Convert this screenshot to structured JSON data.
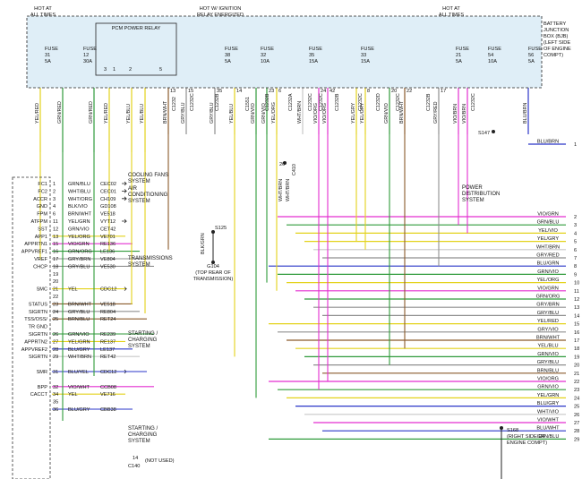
{
  "header": {
    "hot_left": [
      "HOT AT",
      "ALL TIMES"
    ],
    "hot_mid": [
      "HOT W/ IGNITION",
      "RELAY ENERGIZED"
    ],
    "hot_right": [
      "HOT AT",
      "ALL TIMES"
    ],
    "bjb": [
      "BATTERY",
      "JUNCTION",
      "BOX (BJB)",
      "(LEFT SIDE",
      "OF ENGINE",
      "COMPT)"
    ],
    "relay": "PCM POWER RELAY",
    "relay_pins": [
      "3",
      "1",
      "2",
      "5"
    ]
  },
  "fuses": [
    {
      "lines": [
        "FUSE",
        "31",
        "5A"
      ]
    },
    {
      "lines": [
        "FUSE",
        "12",
        "30A"
      ]
    },
    {
      "lines": [
        "FUSE",
        "38",
        "5A"
      ]
    },
    {
      "lines": [
        "FUSE",
        "32",
        "10A"
      ]
    },
    {
      "lines": [
        "FUSE",
        "35",
        "15A"
      ]
    },
    {
      "lines": [
        "FUSE",
        "33",
        "15A"
      ]
    },
    {
      "lines": [
        "FUSE",
        "21",
        "5A"
      ]
    },
    {
      "lines": [
        "FUSE",
        "54",
        "10A"
      ]
    },
    {
      "lines": [
        "FUSE",
        "56",
        "5A"
      ]
    }
  ],
  "top_wires": [
    "YEL/RED",
    "GRN/RED",
    "GRN/RED",
    "YEL/RED",
    "YEL/BLU",
    "YEL/BLU",
    "BRN/WHT",
    "GRY/BLU",
    "GRY/BLU",
    "YEL/BLU",
    "GRN/VIO",
    "GRN/VIO",
    "YEL/ORG",
    "WHT/BRN",
    "VIO/ORG",
    "VIO/ORG",
    "YEL/GRY",
    "YEL/GRY",
    "GRN/VIO",
    "BRN/WHT",
    "GRY/RED",
    "VIO/BRN",
    "VIO/BRN",
    "BLU/BRN"
  ],
  "top_pins": [
    "13",
    "15",
    "35",
    "14",
    "23",
    "6",
    "24",
    "42",
    "8",
    "20",
    "22",
    "17"
  ],
  "connectors": [
    "C1232",
    "C1232C",
    "C1232B",
    "C1551",
    "C1232B",
    "C1232A",
    "C1232C",
    "C1232C",
    "C1232B",
    "C1232C",
    "C1232D",
    "C1232C",
    "C1232B",
    "C1232C"
  ],
  "pcm_pins": [
    {
      "label": "FC1",
      "pin": "1",
      "color": "GRN/BLU",
      "circuit": "CEC02"
    },
    {
      "label": "FC2",
      "pin": "2",
      "color": "WHT/BLU",
      "circuit": "CEC01"
    },
    {
      "label": "ACCR",
      "pin": "3",
      "color": "WHT/ORG",
      "circuit": "CH109"
    },
    {
      "label": "GND",
      "pin": "4",
      "color": "BLK/VIO",
      "circuit": "GD108"
    },
    {
      "label": "FPM",
      "pin": "6",
      "color": "BRN/WHT",
      "circuit": "VE518"
    },
    {
      "label": "ATFPM",
      "pin": "11",
      "color": "YEL/GRN",
      "circuit": "VYT12"
    },
    {
      "label": "SST",
      "pin": "12",
      "color": "GRN/VIO",
      "circuit": "CET42"
    },
    {
      "label": "APP1",
      "pin": "13",
      "color": "YEL/ORG",
      "circuit": "VE701"
    },
    {
      "label": "APPRTN1",
      "pin": "15",
      "color": "VIO/GRN",
      "circuit": "RE136"
    },
    {
      "label": "APPVREF1",
      "pin": "16",
      "color": "GRN/ORG",
      "circuit": "LE136"
    },
    {
      "label": "VREF",
      "pin": "17",
      "color": "GRY/BRN",
      "circuit": "VE804"
    },
    {
      "label": "CHCP",
      "pin": "18",
      "color": "GRY/BLU",
      "circuit": "VE530"
    },
    {
      "label": "",
      "pin": "19",
      "color": "",
      "circuit": ""
    },
    {
      "label": "",
      "pin": "20",
      "color": "",
      "circuit": ""
    },
    {
      "label": "SMC",
      "pin": "21",
      "color": "YEL",
      "circuit": "CDC12"
    },
    {
      "label": "",
      "pin": "22",
      "color": "",
      "circuit": ""
    },
    {
      "label": "STATUS",
      "pin": "23",
      "color": "BRN/WHT",
      "circuit": "VE518"
    },
    {
      "label": "SIGRTN",
      "pin": "24",
      "color": "GRY/BLU",
      "circuit": "RE804"
    },
    {
      "label": "TSS/OSS/",
      "pin": "25",
      "color": "BRN/BLU",
      "circuit": "RET24"
    },
    {
      "label": "TR GND",
      "pin": "",
      "color": "",
      "circuit": ""
    },
    {
      "label": "SIGRTN",
      "pin": "26",
      "color": "GRN/VIO",
      "circuit": "RE239"
    },
    {
      "label": "APPRTN2",
      "pin": "27",
      "color": "YEL/GRN",
      "circuit": "RE137"
    },
    {
      "label": "APPVREF2",
      "pin": "28",
      "color": "BLU/GRY",
      "circuit": "LE137"
    },
    {
      "label": "SIGRTN",
      "pin": "29",
      "color": "WHT/BRN",
      "circuit": "RET42"
    },
    {
      "label": "",
      "pin": "",
      "color": "",
      "circuit": ""
    },
    {
      "label": "SMR",
      "pin": "31",
      "color": "BLU/YEL",
      "circuit": "CDC12"
    },
    {
      "label": "",
      "pin": "",
      "color": "",
      "circuit": ""
    },
    {
      "label": "BPP",
      "pin": "32",
      "color": "VIO/WHT",
      "circuit": "CCB08"
    },
    {
      "label": "CACCT",
      "pin": "34",
      "color": "YEL",
      "circuit": "VE716"
    },
    {
      "label": "",
      "pin": "35",
      "color": "",
      "circuit": ""
    },
    {
      "label": "",
      "pin": "36",
      "color": "BLU/GRY",
      "circuit": "CBB38"
    }
  ],
  "systems": {
    "cooling": [
      "COOLING FANS",
      "SYSTEM"
    ],
    "ac": [
      "AIR",
      "CONDITIONING",
      "SYSTEM"
    ],
    "trans": [
      "TRANSMISSIONS",
      "SYSTEM"
    ],
    "charging1": [
      "STARTING /",
      "CHARGING",
      "SYSTEM"
    ],
    "charging2": [
      "STARTING /",
      "CHARGING",
      "SYSTEM"
    ],
    "power_dist": [
      "POWER",
      "DISTRIBUTION",
      "SYSTEM"
    ],
    "not_used": "(NOT USED)",
    "not_used_pin": "14",
    "not_used_conn": "C140"
  },
  "splices": {
    "s125": "S125",
    "s125_wire": "BLK/GRN",
    "g104": [
      "G104",
      "(TOP REAR OF",
      "TRANSMISSION)"
    ],
    "s147": "S147",
    "s168": [
      "S168",
      "(RIGHT SIDE OF",
      "ENGINE COMPT)"
    ],
    "pin20": "20",
    "conn_mid": "C410",
    "wire_mid": [
      "WHT/BRN",
      "WHT/BRN"
    ]
  },
  "right_outputs": [
    {
      "label": "BLU/BRN",
      "num": "1"
    },
    {
      "label": "VIO/GRN",
      "num": "2"
    },
    {
      "label": "GRN/BLU",
      "num": "3"
    },
    {
      "label": "YEL/VIO",
      "num": "4"
    },
    {
      "label": "YEL/GRY",
      "num": "5"
    },
    {
      "label": "WHT/BRN",
      "num": "6"
    },
    {
      "label": "GRY/RED",
      "num": "7"
    },
    {
      "label": "BLU/GRN",
      "num": "8"
    },
    {
      "label": "GRN/VIO",
      "num": "9"
    },
    {
      "label": "YEL/ORG",
      "num": "10"
    },
    {
      "label": "VIO/GRN",
      "num": "11"
    },
    {
      "label": "GRN/ORG",
      "num": "12"
    },
    {
      "label": "GRY/BRN",
      "num": "13"
    },
    {
      "label": "GRY/BLU",
      "num": "14"
    },
    {
      "label": "YEL/RED",
      "num": "15"
    },
    {
      "label": "GRY/VIO",
      "num": "16"
    },
    {
      "label": "BRN/WHT",
      "num": "17"
    },
    {
      "label": "YEL/BLU",
      "num": "18"
    },
    {
      "label": "GRN/VIO",
      "num": "19"
    },
    {
      "label": "GRY/BLU",
      "num": "20"
    },
    {
      "label": "BRN/BLU",
      "num": "21"
    },
    {
      "label": "VIO/ORG",
      "num": "22"
    },
    {
      "label": "GRN/VIO",
      "num": "23"
    },
    {
      "label": "YEL/GRN",
      "num": "24"
    },
    {
      "label": "BLU/GRY",
      "num": "25"
    },
    {
      "label": "WHT/VIO",
      "num": "26"
    },
    {
      "label": "VIO/WHT",
      "num": "27"
    },
    {
      "label": "BLU/WHT",
      "num": "28"
    },
    {
      "label": "GRN/BLU",
      "num": "29"
    }
  ],
  "colors": {
    "bjb_fill": "#dfeef7",
    "pcm_dash": "#333333",
    "GRN": "#2f9a3a",
    "YEL": "#e3d21a",
    "BLU": "#2a36c8",
    "VIO": "#9a2bd6",
    "MAG": "#e32fd0",
    "BRN": "#8a5a2b",
    "GRY": "#8f8f8f",
    "ORG": "#e8951d",
    "RED": "#d42424",
    "WHT": "#c9c9c9",
    "BLK": "#222222"
  }
}
